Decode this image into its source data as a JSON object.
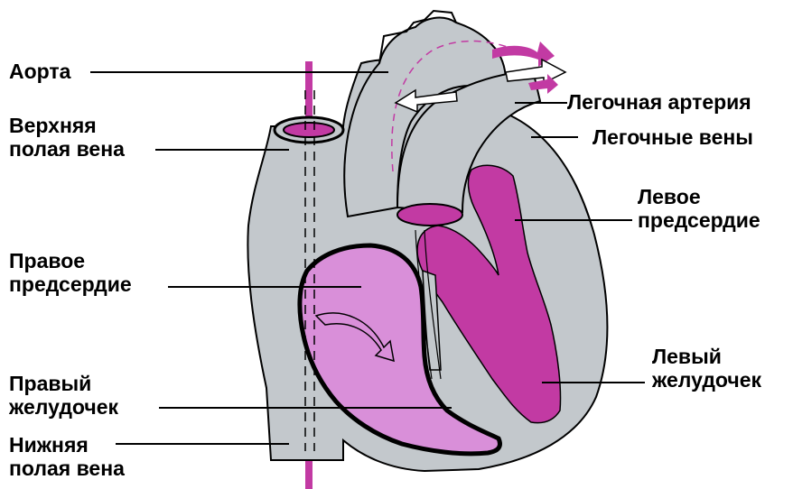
{
  "colors": {
    "heart_gray": "#c3c8cc",
    "outline": "#000000",
    "left_heart": "#c23aa3",
    "right_heart": "#d98fd9",
    "arrow_flow": "#c23aa3",
    "background": "#ffffff"
  },
  "labels": {
    "aorta": "Аорта",
    "svc_line1": "Верхняя",
    "svc_line2": "полая вена",
    "pulmonary_artery": "Легочная артерия",
    "pulmonary_veins": "Легочные вены",
    "left_atrium_line1": "Левое",
    "left_atrium_line2": "предсердие",
    "right_atrium_line1": "Правое",
    "right_atrium_line2": "предсердие",
    "left_ventricle_line1": "Левый",
    "left_ventricle_line2": "желудочек",
    "right_ventricle_line1": "Правый",
    "right_ventricle_line2": "желудочек",
    "ivc_line1": "Нижняя",
    "ivc_line2": "полая вена"
  }
}
